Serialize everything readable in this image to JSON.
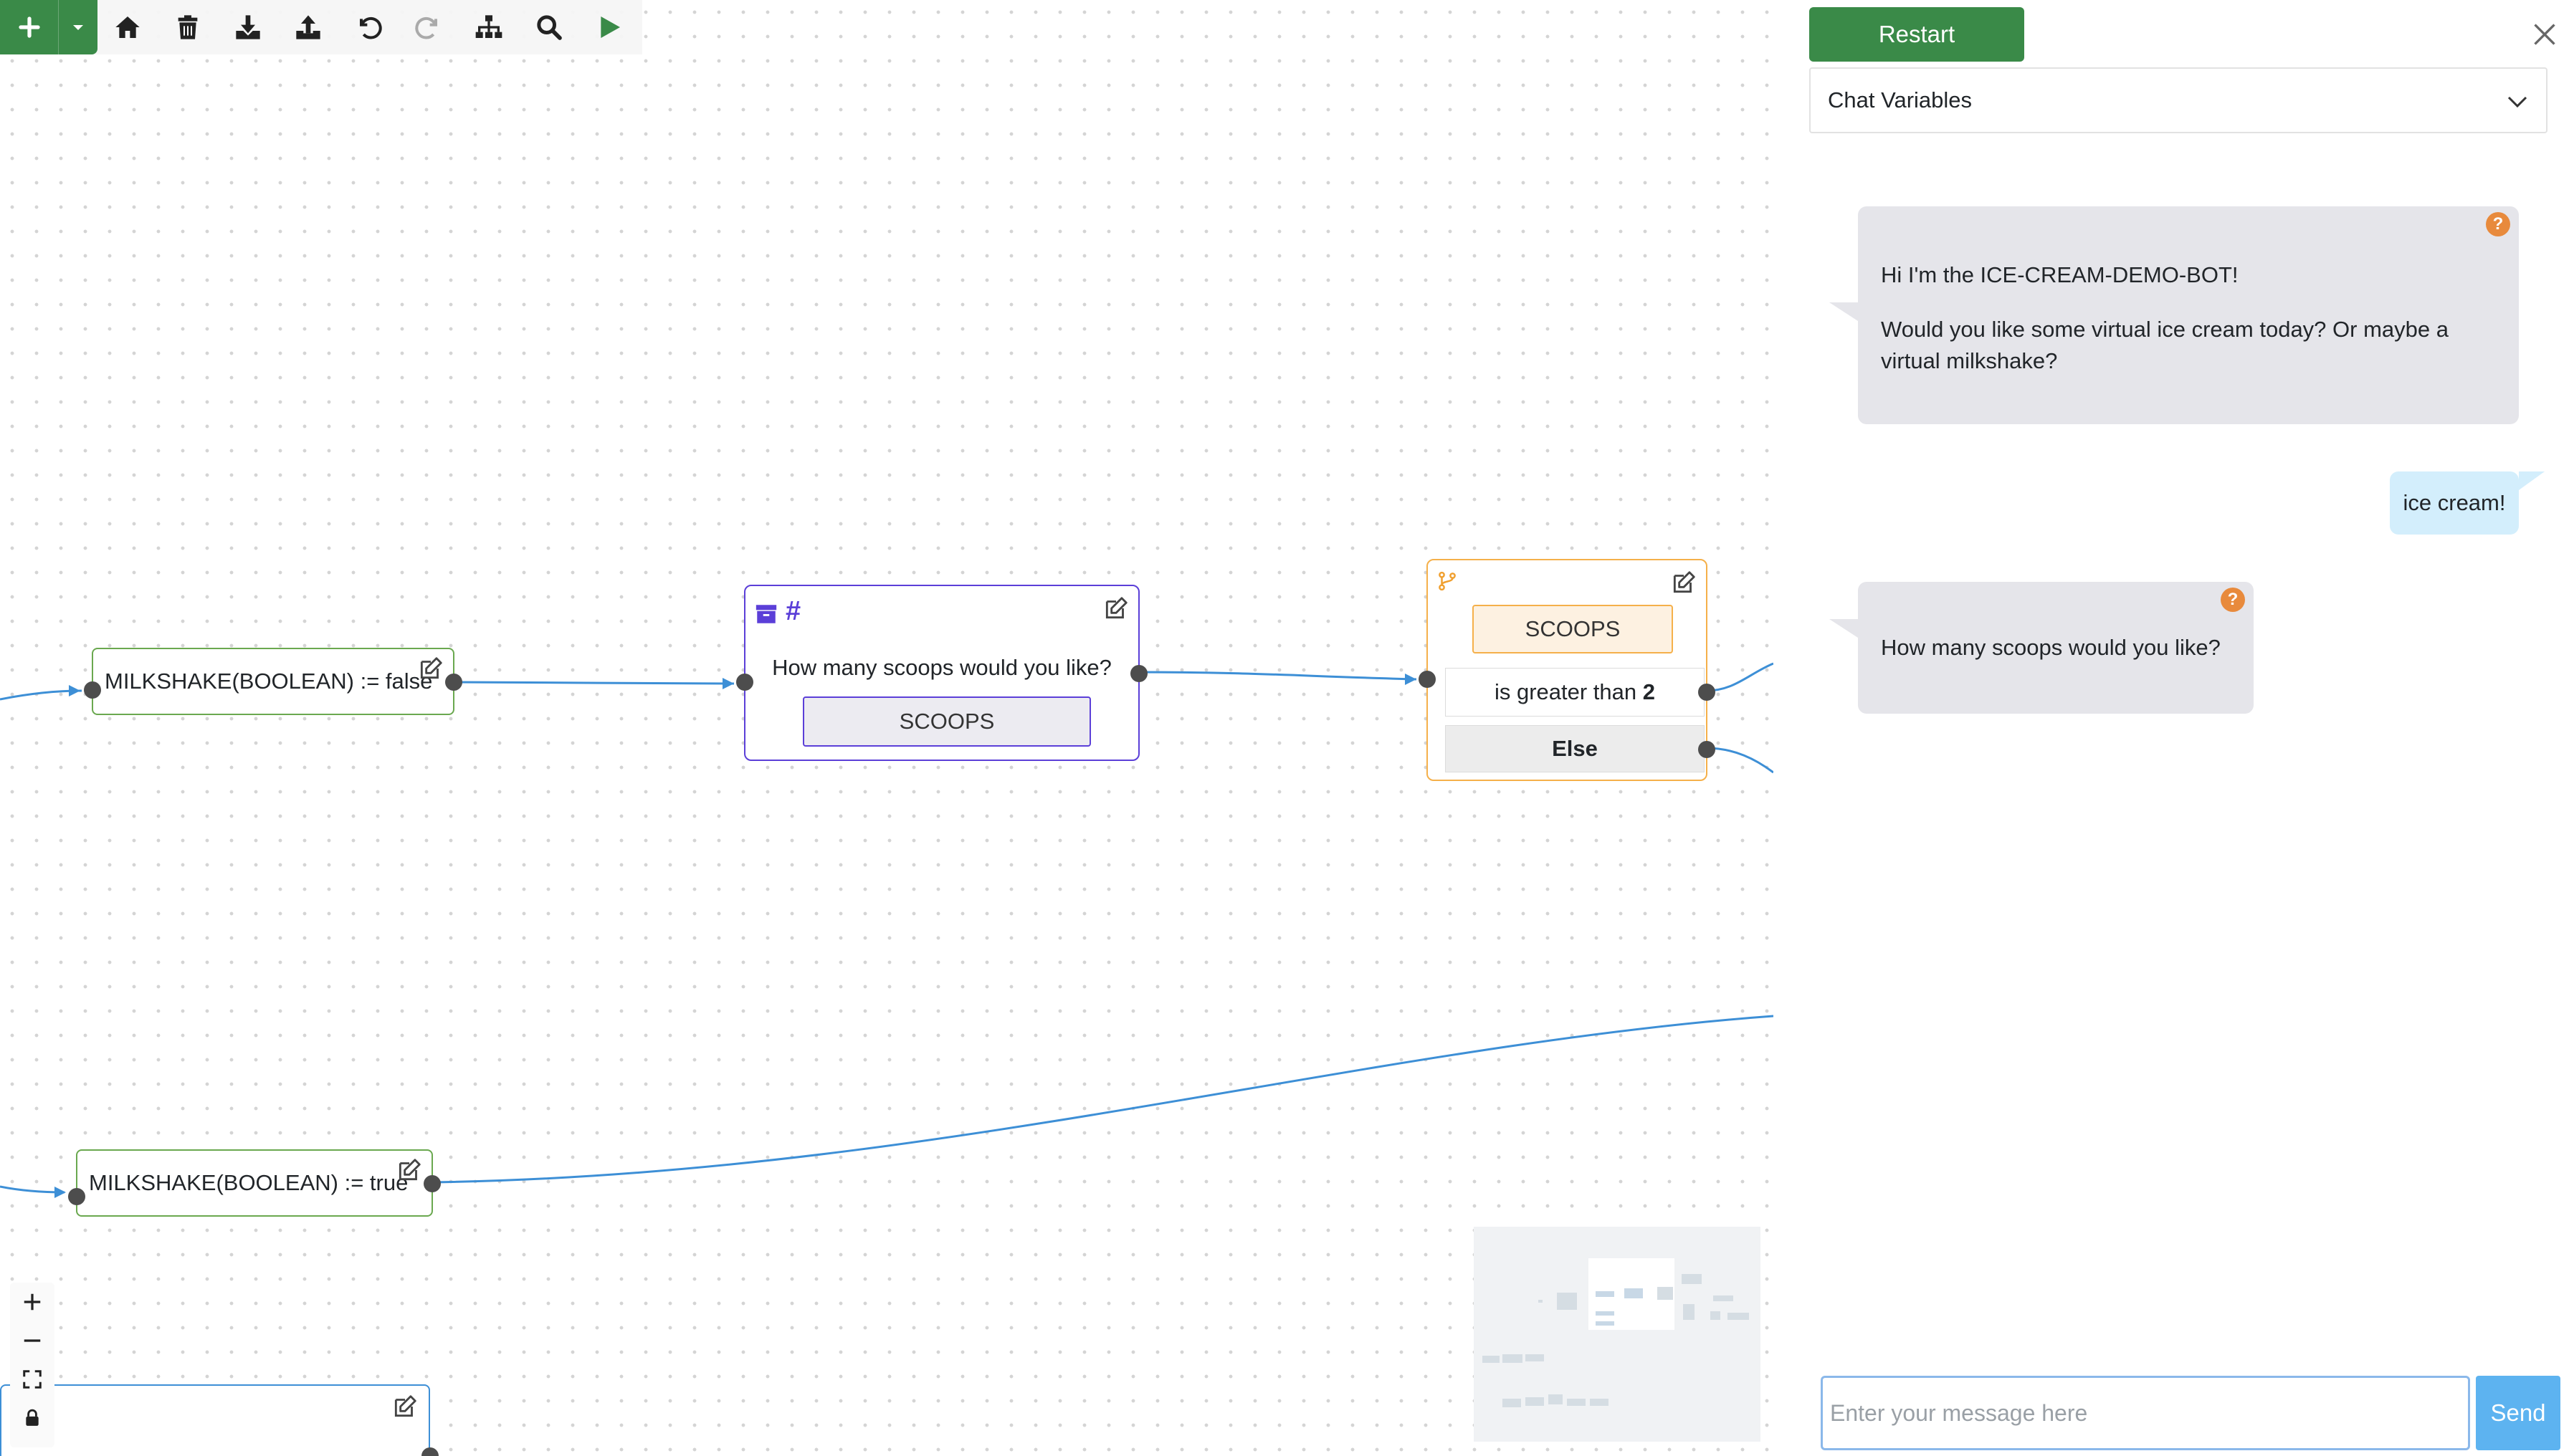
{
  "toolbar": {
    "icons": [
      "plus-icon",
      "caret-down-icon",
      "home-icon",
      "trash-icon",
      "download-icon",
      "upload-icon",
      "undo-icon",
      "redo-icon",
      "sitemap-icon",
      "search-icon",
      "play-icon"
    ]
  },
  "nodes": {
    "assign_false": {
      "label": "MILKSHAKE(BOOLEAN) := false"
    },
    "question": {
      "text": "How many scoops would you like?",
      "variable": "SCOOPS",
      "type_symbol": "#"
    },
    "condition": {
      "variable": "SCOOPS",
      "condition_prefix": "is greater than",
      "condition_value": "2",
      "else_label": "Else"
    },
    "assign_true": {
      "label": "MILKSHAKE(BOOLEAN) := true"
    }
  },
  "zoom_controls": {
    "zoom_in": "+",
    "zoom_out": "−"
  },
  "panel": {
    "restart_label": "Restart",
    "variables_select": "Chat Variables",
    "messages": [
      {
        "from": "bot",
        "lines": [
          "Hi I'm the ICE-CREAM-DEMO-BOT!",
          "Would you like some virtual ice cream today? Or maybe a virtual milkshake?"
        ]
      },
      {
        "from": "user",
        "text": "ice cream!"
      },
      {
        "from": "bot",
        "lines": [
          "How many scoops would you like?"
        ]
      }
    ],
    "help_badge": "?",
    "input_placeholder": "Enter your message here",
    "send_label": "Send"
  },
  "colors": {
    "accent_green": "#3a8a48",
    "question_border": "#5b3fd8",
    "condition_border": "#f5b04a",
    "assign_border": "#6aa84f",
    "edge": "#3d8fd6",
    "send": "#5db3f0",
    "bot_bubble": "#e5e5ea",
    "user_bubble": "#d3eefc"
  }
}
